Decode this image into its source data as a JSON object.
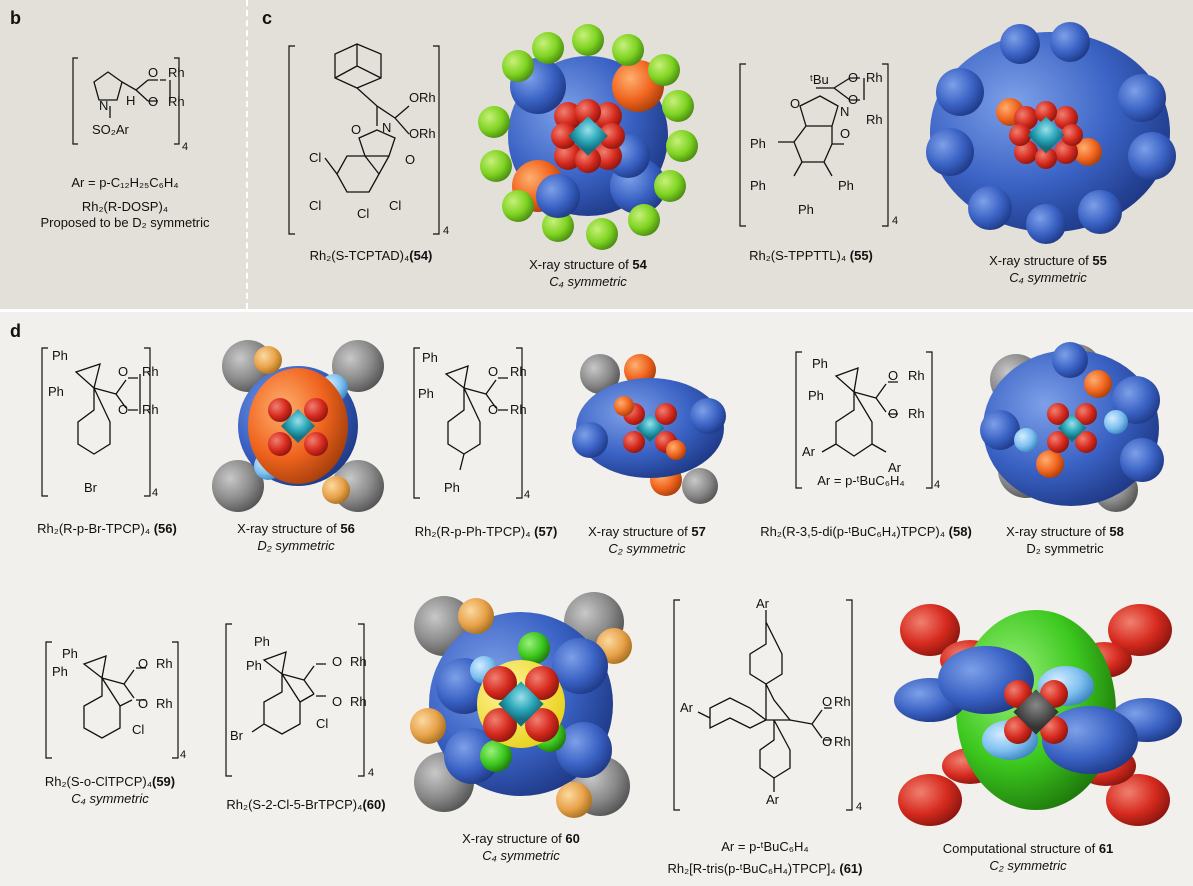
{
  "panels": {
    "b": "b",
    "c": "c",
    "d": "d"
  },
  "atoms": {
    "Rh": "Rh",
    "O": "O",
    "N": "N",
    "H": "H",
    "Cl": "Cl",
    "Ph": "Ph",
    "Br": "Br",
    "Ar": "Ar",
    "SO2Ar": "SO₂Ar",
    "tBu": "ᵗBu",
    "sub4": "4"
  },
  "b": {
    "ar_def": "Ar = p-C₁₂H₂₅C₆H₄",
    "name": "Rh₂(R-DOSP)₄",
    "note": "Proposed to be D₂ symmetric"
  },
  "c": {
    "s54_name": "Rh₂(S-TCPTAD)₄",
    "s54_num": "(54)",
    "xr54_l1": "X-ray structure of",
    "xr54_num": "54",
    "xr54_sym": "C₄ symmetric",
    "s55_name": "Rh₂(S-TPPTTL)₄",
    "s55_num": "(55)",
    "xr55_l1": "X-ray structure of",
    "xr55_num": "55",
    "xr55_sym": "C₄ symmetric"
  },
  "d": {
    "s56_name": "Rh₂(R-p-Br-TPCP)₄",
    "s56_num": "(56)",
    "xr56_l1": "X-ray structure of",
    "xr56_num": "56",
    "xr56_sym": "D₂ symmetric",
    "s57_name": "Rh₂(R-p-Ph-TPCP)₄",
    "s57_num": "(57)",
    "xr57_l1": "X-ray structure of",
    "xr57_num": "57",
    "xr57_sym": "C₂ symmetric",
    "ar_def_58": "Ar = p-ᵗBuC₆H₄",
    "s58_name": "Rh₂(R-3,5-di(p-ᵗBuC₆H₄)TPCP)₄",
    "s58_num": "(58)",
    "xr58_l1": "X-ray structure of",
    "xr58_num": "58",
    "xr58_sym": "D₂ symmetric",
    "s59_name": "Rh₂(S-o-ClTPCP)₄",
    "s59_num": "(59)",
    "s59_sym": "C₄ symmetric",
    "s60_name": "Rh₂(S-2-Cl-5-BrTPCP)₄",
    "s60_num": "(60)",
    "xr60_l1": "X-ray structure of",
    "xr60_num": "60",
    "xr60_sym": "C₄ symmetric",
    "ar_def_61": "Ar = p-ᵗBuC₆H₄",
    "s61_name": "Rh₂[R-tris(p-ᵗBuC₆H₄)TPCP]₄",
    "s61_num": "(61)",
    "comp61_l1": "Computational structure of",
    "comp61_num": "61",
    "comp61_sym": "C₂ symmetric"
  }
}
